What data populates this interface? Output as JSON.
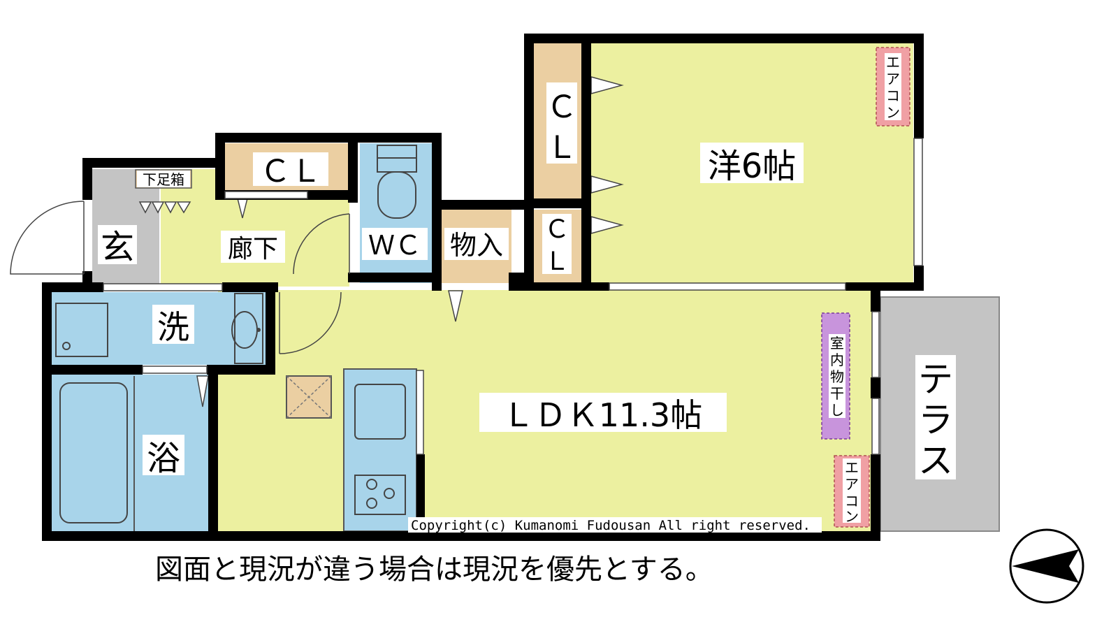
{
  "colors": {
    "wall": "#000000",
    "room": "#ecf0a0",
    "wet": "#a8d4ea",
    "closet": "#ebcfa2",
    "entrance": "#c4c4c4",
    "terrace": "#c4c4c4",
    "aircon": "#f0a0a4",
    "dryer": "#c894dc",
    "hatch": "#ebcfa2"
  },
  "labels": {
    "western_room": "洋6帖",
    "ldk": "ＬＤＫ11.3帖",
    "entrance": "玄",
    "corridor": "廊下",
    "shoe_box": "下足箱",
    "corridor_closet": "ＣＬ",
    "bedroom_closet_top_c": "Ｃ",
    "bedroom_closet_top_l": "Ｌ",
    "bedroom_closet_small_c": "Ｃ",
    "bedroom_closet_small_l": "Ｌ",
    "wc": "ＷＣ",
    "storage": "物入",
    "washroom": "洗",
    "bath": "浴",
    "terrace": [
      "テ",
      "ラ",
      "ス"
    ],
    "aircon_top": [
      "エ",
      "ア",
      "コ",
      "ン"
    ],
    "aircon_ldk": [
      "エ",
      "ア",
      "コ",
      "ン"
    ],
    "indoor_dryer": [
      "室",
      "内",
      "物",
      "干",
      "し"
    ]
  },
  "copyright": "Copyright(c) Kumanomi Fudousan All right reserved.",
  "notice": "図面と現況が違う場合は現況を優先とする。",
  "compass": "north-arrow-icon"
}
